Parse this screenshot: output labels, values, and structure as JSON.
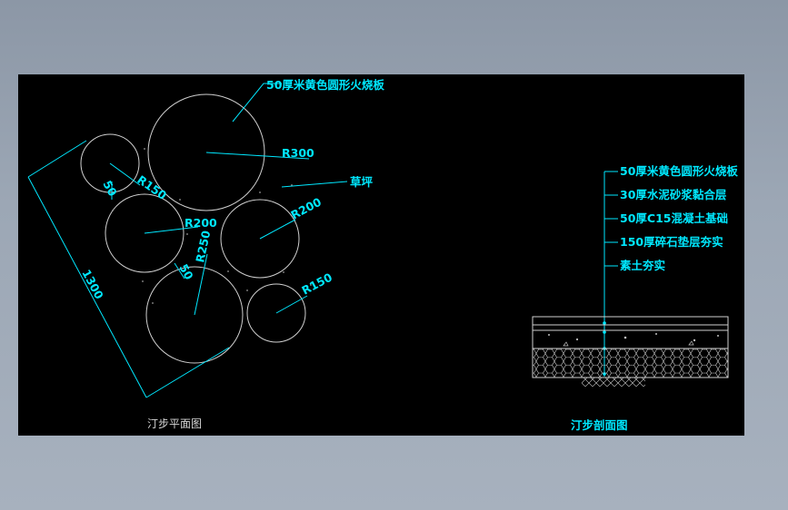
{
  "plan": {
    "title": "汀步平面图",
    "callouts": {
      "stone": "50厚米黄色圆形火烧板",
      "grass": "草坪"
    },
    "dims": {
      "overall": "1300",
      "gap_left": "50",
      "gap_mid": "50"
    },
    "radii": {
      "r300": "R300",
      "r150_left": "R150",
      "r200_left": "R200",
      "r200_right": "R200",
      "r250": "R250",
      "r150_right": "R150"
    }
  },
  "section": {
    "title": "汀步剖面图",
    "layers": [
      "50厚米黄色圆形火烧板",
      "30厚水泥砂浆黏合层",
      "50厚C15混凝土基础",
      "150厚碎石垫层夯实",
      "素土夯实"
    ]
  },
  "colors": {
    "background": "#000000",
    "annotation": "#00e8ff",
    "geometry": "#d0d0d0"
  }
}
